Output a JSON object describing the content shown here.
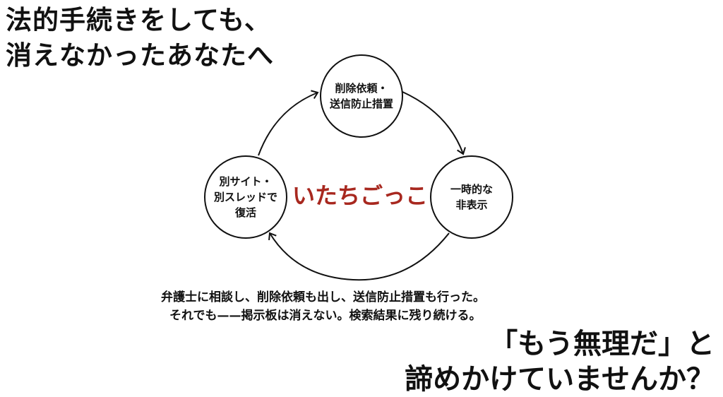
{
  "headline": {
    "line1": "法的手続きをしても、",
    "line2": "消えなかったあなたへ"
  },
  "cycle": {
    "center_label": "いたちごっこ",
    "center_color": "#a8281f",
    "nodes": [
      {
        "line1": "削除依頼・",
        "line2": "送信防止措置"
      },
      {
        "line1": "一時的な",
        "line2": "非表示"
      },
      {
        "line1": "別サイト・",
        "line2": "別スレッドで",
        "line3": "復活"
      }
    ]
  },
  "body": {
    "line1": "弁護士に相談し、削除依頼も出し、送信防止措置も行った。",
    "line2": "それでも——掲示板は消えない。検索結果に残り続ける。"
  },
  "closing": {
    "line1": "「もう無理だ」と",
    "line2": "諦めかけていませんか？"
  }
}
